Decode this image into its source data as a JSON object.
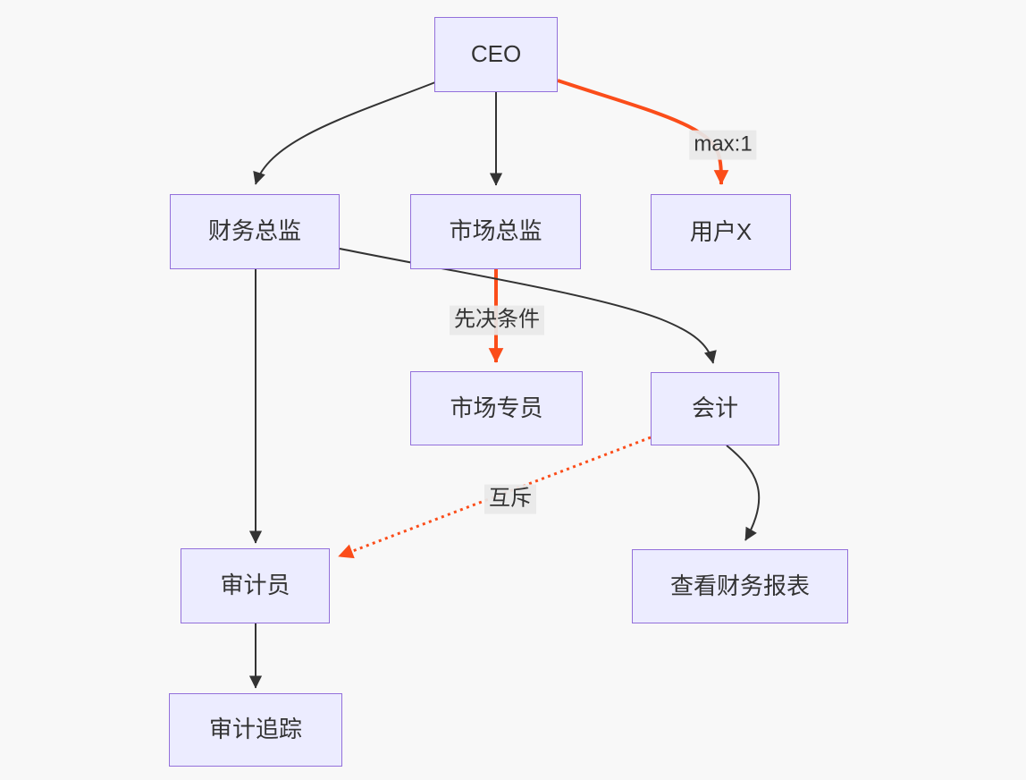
{
  "diagram": {
    "type": "flowchart",
    "direction": "top-down",
    "colors": {
      "background": "#f8f8f8",
      "node_fill": "#ececff",
      "node_border": "#9370db",
      "node_text": "#333333",
      "edge_default": "#333333",
      "edge_accent": "#fb4d1a",
      "edge_label_bg": "#e8e8e8",
      "edge_label_text": "#333333"
    },
    "nodes": [
      {
        "id": "ceo",
        "label": "CEO"
      },
      {
        "id": "finance-director",
        "label": "财务总监"
      },
      {
        "id": "marketing-director",
        "label": "市场总监"
      },
      {
        "id": "user-x",
        "label": "用户X"
      },
      {
        "id": "marketing-specialist",
        "label": "市场专员"
      },
      {
        "id": "accountant",
        "label": "会计"
      },
      {
        "id": "auditor",
        "label": "审计员"
      },
      {
        "id": "view-financial-reports",
        "label": "查看财务报表"
      },
      {
        "id": "audit-trail",
        "label": "审计追踪"
      }
    ],
    "edges": [
      {
        "from": "ceo",
        "to": "finance-director",
        "style": "solid",
        "color": "default",
        "label": ""
      },
      {
        "from": "ceo",
        "to": "marketing-director",
        "style": "solid",
        "color": "default",
        "label": ""
      },
      {
        "from": "ceo",
        "to": "user-x",
        "style": "solid",
        "color": "accent",
        "label": "max:1"
      },
      {
        "from": "marketing-director",
        "to": "marketing-specialist",
        "style": "solid",
        "color": "accent",
        "label": "先决条件"
      },
      {
        "from": "finance-director",
        "to": "accountant",
        "style": "solid",
        "color": "default",
        "label": ""
      },
      {
        "from": "finance-director",
        "to": "auditor",
        "style": "solid",
        "color": "default",
        "label": ""
      },
      {
        "from": "accountant",
        "to": "auditor",
        "style": "dotted",
        "color": "accent",
        "label": "互斥"
      },
      {
        "from": "accountant",
        "to": "view-financial-reports",
        "style": "solid",
        "color": "default",
        "label": ""
      },
      {
        "from": "auditor",
        "to": "audit-trail",
        "style": "solid",
        "color": "default",
        "label": ""
      }
    ]
  }
}
